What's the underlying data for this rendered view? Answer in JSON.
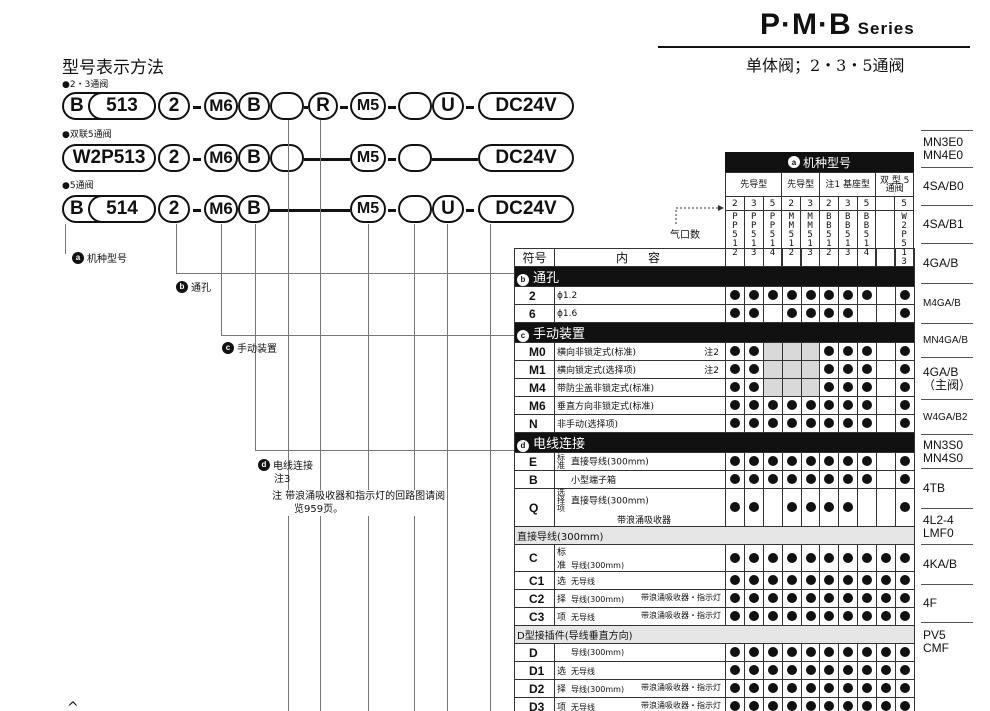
{
  "header": {
    "series_title": "P·M·B",
    "series_suffix": "Series",
    "subtitle": "单体阀；2・3・5通阀",
    "section_title": "型号表示方法"
  },
  "rows": [
    {
      "label": "●2・3通阀",
      "parts": [
        "B",
        "513",
        "2",
        "M6",
        "B",
        "",
        "R",
        "M5",
        "",
        "U",
        "DC24V"
      ]
    },
    {
      "label": "●双联5通阀",
      "parts": [
        "W2P513",
        "2",
        "M6",
        "B",
        "",
        "M5",
        "",
        "DC24V"
      ]
    },
    {
      "label": "●5通阀",
      "parts": [
        "B",
        "514",
        "2",
        "M6",
        "B",
        "M5",
        "",
        "U",
        "DC24V"
      ]
    }
  ],
  "callouts": {
    "a": {
      "badge": "a",
      "text": "机种型号"
    },
    "b": {
      "badge": "b",
      "text": "通孔"
    },
    "c": {
      "badge": "c",
      "text": "手动装置"
    },
    "d": {
      "badge": "d",
      "text": "电线连接"
    },
    "d_note": "注3",
    "note_text_1": "注  带浪涌吸收器和指示灯的回路图请阅",
    "note_text_2": "览959页。"
  },
  "table": {
    "model_header": "机种型号",
    "model_badge": "a",
    "port_label": "气口数",
    "groups": [
      "先导型",
      "先导型",
      "注1 基座型",
      "双 型 5通阀"
    ],
    "ports": [
      "2",
      "3",
      "5",
      "2",
      "3",
      "2",
      "3",
      "5",
      "5"
    ],
    "models": [
      "PP512",
      "PP513",
      "PP514",
      "MM512",
      "MM513",
      "BB512",
      "BB513",
      "BB514",
      "W2P513"
    ],
    "col_sym": "符号",
    "col_content": "内　容",
    "sections": [
      {
        "badge": "b",
        "title": "通孔",
        "rows": [
          {
            "sym": "2",
            "desc": "ϕ1.2",
            "marks": "●●●●●●●●_●"
          },
          {
            "sym": "6",
            "desc": "ϕ1.6",
            "marks": "●●_●●●●__●"
          }
        ]
      },
      {
        "badge": "c",
        "title": "手动装置",
        "rows": [
          {
            "sym": "M0",
            "desc": "横向非锁定式(标准)",
            "note": "注2",
            "marks": "●●GGG●●●_●"
          },
          {
            "sym": "M1",
            "desc": "横向锁定式(选择项)",
            "note": "注2",
            "marks": "●●GGG●●●_●"
          },
          {
            "sym": "M4",
            "desc": "带防尘盖非锁定式(标准)",
            "marks": "●●GGG●●●_●"
          },
          {
            "sym": "M6",
            "desc": "垂直方向非锁定式(标准)",
            "marks": "●●●●●●●●_●"
          },
          {
            "sym": "N",
            "desc": "非手动(选择项)",
            "marks": "●●●●●●●●_●"
          }
        ]
      },
      {
        "badge": "d",
        "title": "电线连接",
        "rows": [
          {
            "sym": "E",
            "tag": "标准",
            "desc": "直接导线(300mm)",
            "marks": "●●●●●●●●_●"
          },
          {
            "sym": "B",
            "tag": "",
            "desc": "小型端子箱",
            "marks": "●●●●●●●●_●"
          },
          {
            "sym": "Q",
            "tag": "选择项",
            "desc": "直接导线(300mm)",
            "desc2": "带浪涌吸收器",
            "marks": "●●_●●●●__●"
          }
        ]
      }
    ],
    "sub1": {
      "title": "直接导线(300mm)",
      "rows": [
        {
          "sym": "C",
          "tag": "标准",
          "desc": "导线(300mm)",
          "extra": "",
          "marks": "●●●●●●●●●●"
        },
        {
          "sym": "C1",
          "tag": "选",
          "desc": "无导线",
          "extra": "",
          "marks": "●●●●●●●●●●"
        },
        {
          "sym": "C2",
          "tag": "择",
          "desc": "导线(300mm)",
          "extra": "带浪涌吸收器・指示灯",
          "marks": "●●●●●●●●●●"
        },
        {
          "sym": "C3",
          "tag": "项",
          "desc": "无导线",
          "extra": "带浪涌吸收器・指示灯",
          "marks": "●●●●●●●●●●"
        }
      ]
    },
    "sub2": {
      "title": "D型接插件(导线垂直方向)",
      "rows": [
        {
          "sym": "D",
          "tag": "",
          "desc": "导线(300mm)",
          "extra": "",
          "marks": "●●●●●●●●●●"
        },
        {
          "sym": "D1",
          "tag": "选",
          "desc": "无导线",
          "extra": "",
          "marks": "●●●●●●●●●●"
        },
        {
          "sym": "D2",
          "tag": "择",
          "desc": "导线(300mm)",
          "extra": "带浪涌吸收器・指示灯",
          "marks": "●●●●●●●●●●"
        },
        {
          "sym": "D3",
          "tag": "项",
          "desc": "无导线",
          "extra": "带浪涌吸收器・指示灯",
          "marks": "●●●●●●●●●●"
        }
      ]
    }
  },
  "side_nav": [
    {
      "lines": [
        "MN3E0",
        "MN4E0"
      ],
      "h": 37,
      "small": false
    },
    {
      "lines": [
        "4SA/B0"
      ],
      "h": 38,
      "small": false
    },
    {
      "lines": [
        "4SA/B1"
      ],
      "h": 38,
      "small": false
    },
    {
      "lines": [
        "4GA/B"
      ],
      "h": 40,
      "small": false
    },
    {
      "lines": [
        "M4GA/B"
      ],
      "h": 40,
      "small": true
    },
    {
      "lines": [
        "MN4GA/B"
      ],
      "h": 34,
      "small": true
    },
    {
      "lines": [
        "4GA/B",
        "（主阀）"
      ],
      "h": 42,
      "small": false
    },
    {
      "lines": [
        "W4GA/B2"
      ],
      "h": 35,
      "small": true
    },
    {
      "lines": [
        "MN3S0",
        "MN4S0"
      ],
      "h": 34,
      "small": false
    },
    {
      "lines": [
        "4TB"
      ],
      "h": 40,
      "small": false
    },
    {
      "lines": [
        "4L2-4",
        "LMF0"
      ],
      "h": 36,
      "small": false
    },
    {
      "lines": [
        "4KA/B"
      ],
      "h": 40,
      "small": false
    },
    {
      "lines": [
        "4F"
      ],
      "h": 38,
      "small": false
    },
    {
      "lines": [
        "PV5",
        "CMF"
      ],
      "h": 38,
      "small": false
    }
  ]
}
